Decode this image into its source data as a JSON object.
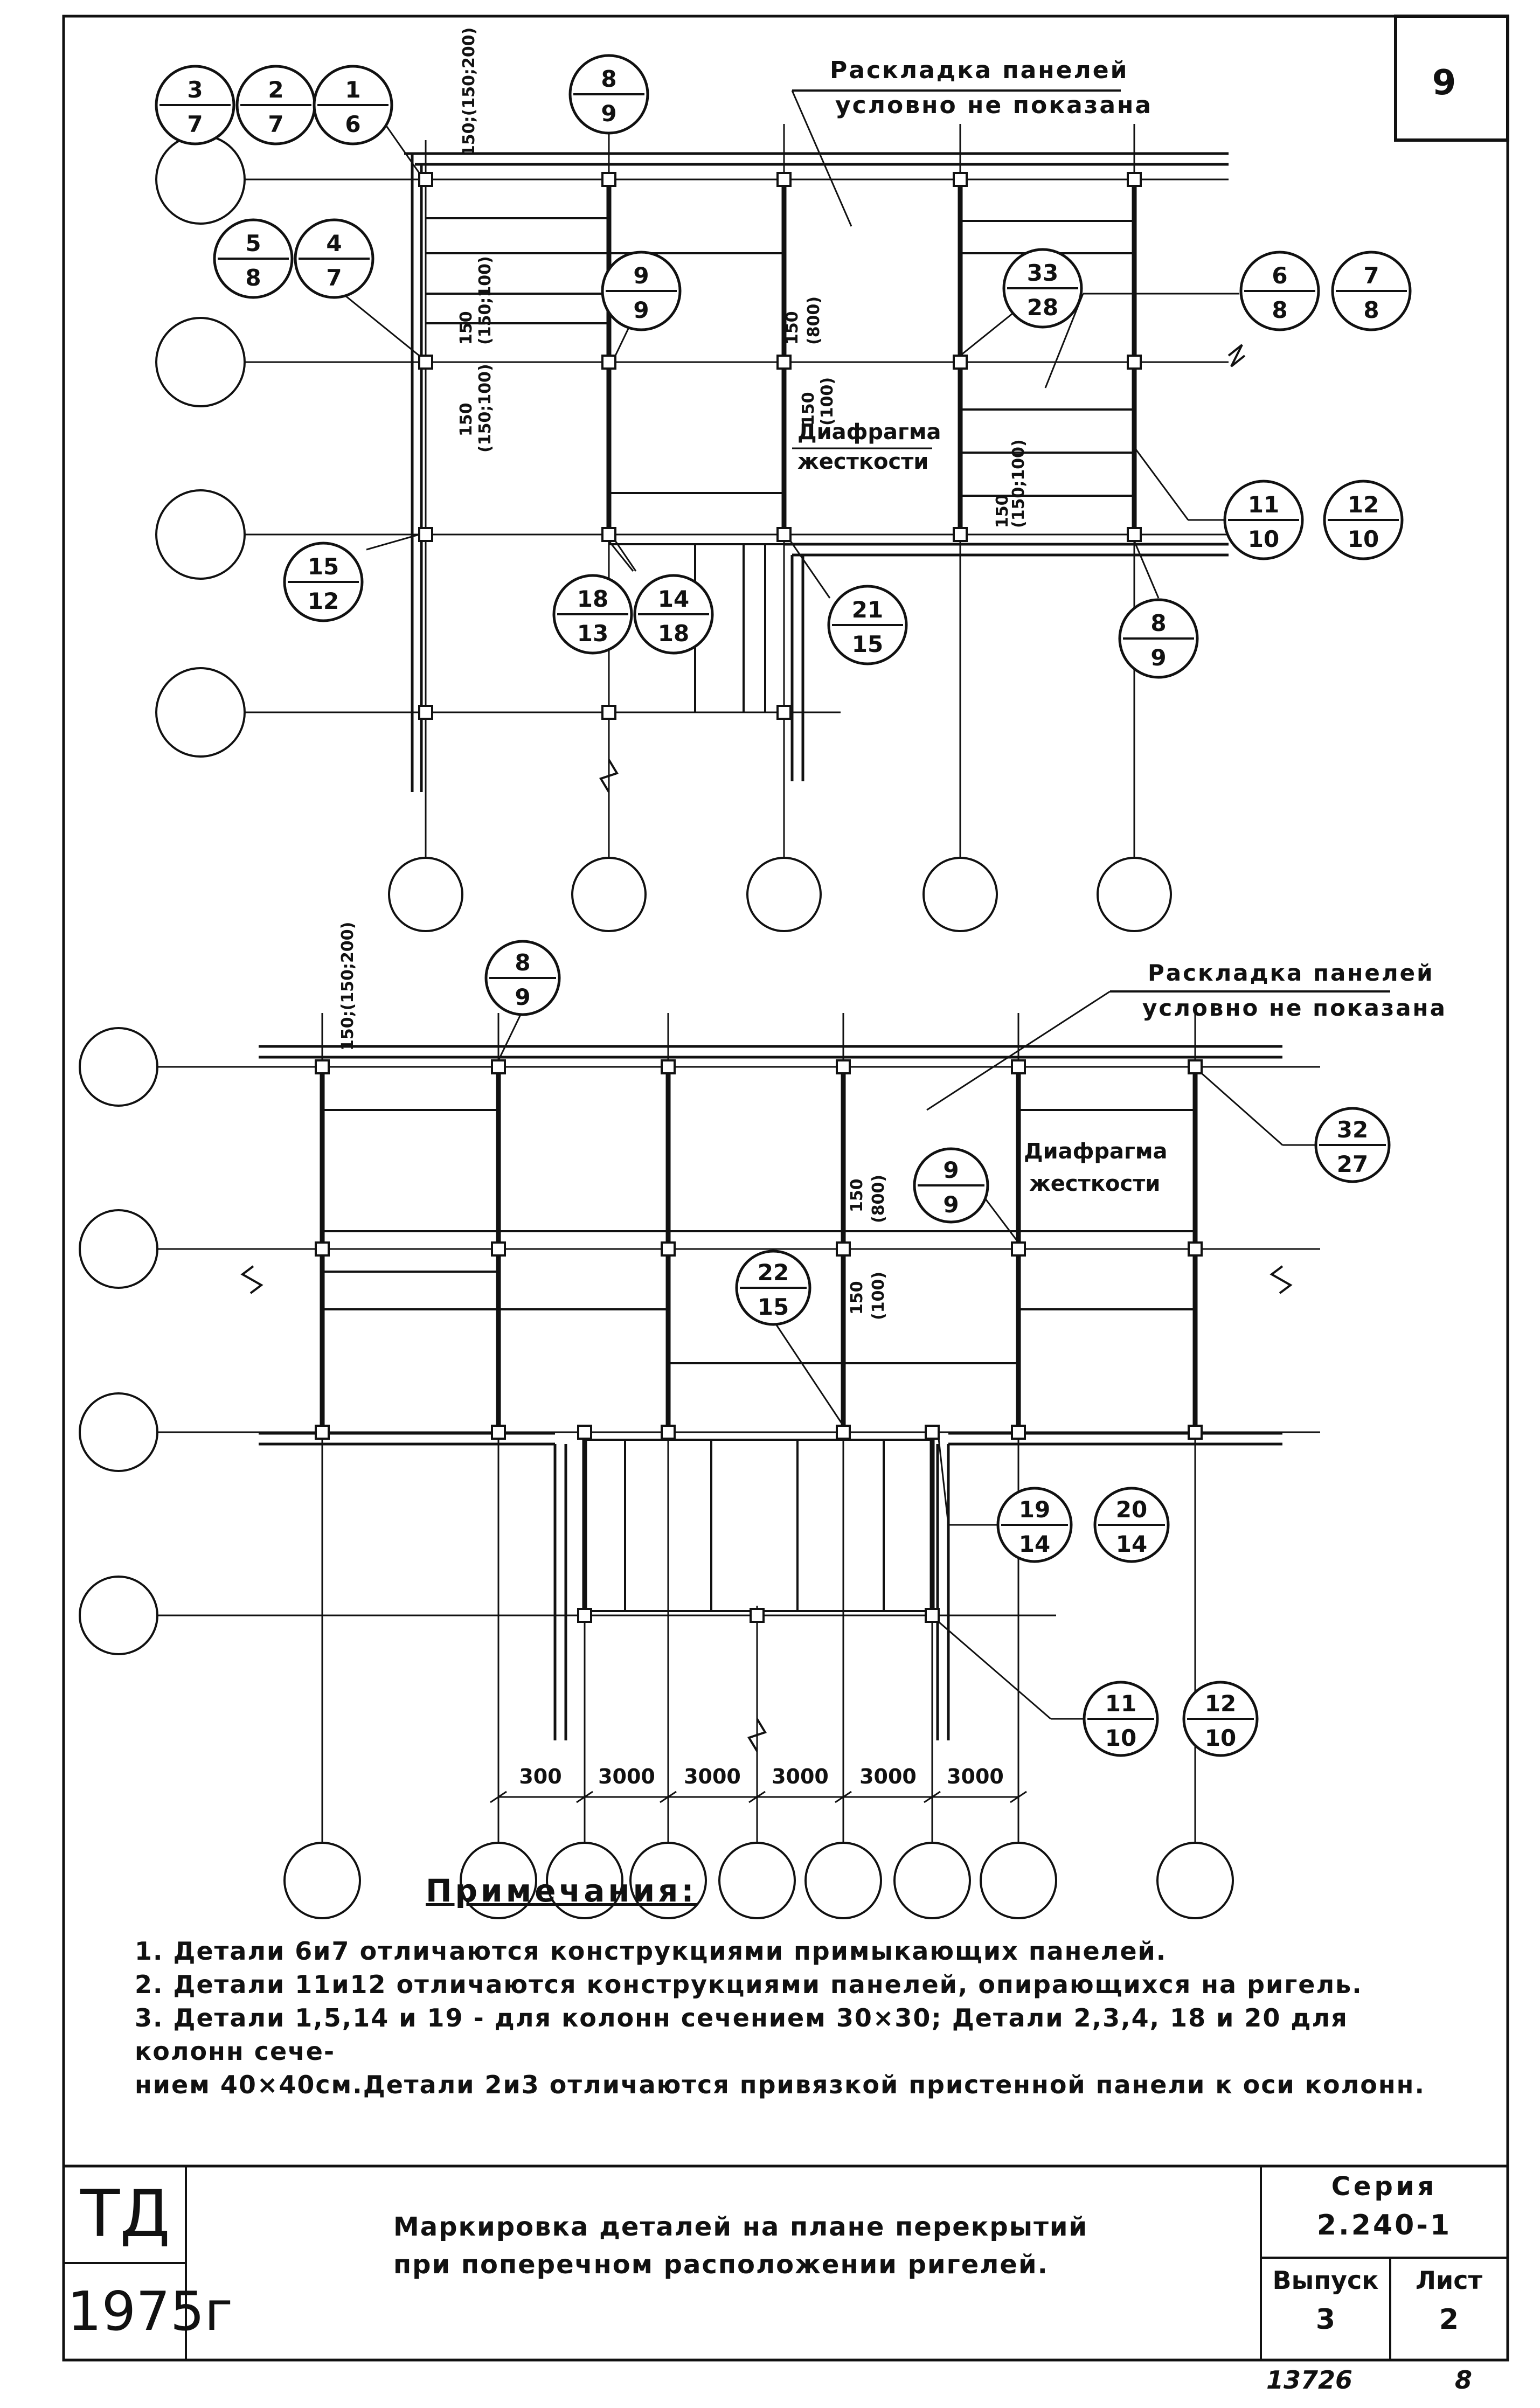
{
  "sheet_number": "9",
  "plan_top": {
    "note_layout": [
      "Раскладка панелей",
      "условно не показана"
    ],
    "diaphragm_label": [
      "Диафрагма",
      "жесткости"
    ],
    "dim_labels": [
      "150;(150;200)",
      "150",
      "(150;100)",
      "150",
      "(150;100)",
      "150",
      "(800)",
      "150",
      "(100)",
      "150",
      "(150;100)"
    ],
    "callouts": [
      {
        "top": "3",
        "bottom": "7"
      },
      {
        "top": "2",
        "bottom": "7"
      },
      {
        "top": "1",
        "bottom": "6"
      },
      {
        "top": "8",
        "bottom": "9"
      },
      {
        "top": "5",
        "bottom": "8"
      },
      {
        "top": "4",
        "bottom": "7"
      },
      {
        "top": "9",
        "bottom": "9"
      },
      {
        "top": "33",
        "bottom": "28"
      },
      {
        "top": "6",
        "bottom": "8"
      },
      {
        "top": "7",
        "bottom": "8"
      },
      {
        "top": "11",
        "bottom": "10"
      },
      {
        "top": "12",
        "bottom": "10"
      },
      {
        "top": "15",
        "bottom": "12"
      },
      {
        "top": "18",
        "bottom": "13"
      },
      {
        "top": "14",
        "bottom": "18"
      },
      {
        "top": "21",
        "bottom": "15"
      },
      {
        "top": "8",
        "bottom": "9"
      }
    ]
  },
  "plan_bottom": {
    "note_layout": [
      "Раскладка панелей",
      "условно не показана"
    ],
    "diaphragm_label": [
      "Диафрагма",
      "жесткости"
    ],
    "dim_labels": [
      "150;(150;200)",
      "150",
      "(800)",
      "150",
      "(100)"
    ],
    "callouts": [
      {
        "top": "8",
        "bottom": "9"
      },
      {
        "top": "9",
        "bottom": "9"
      },
      {
        "top": "32",
        "bottom": "27"
      },
      {
        "top": "22",
        "bottom": "15"
      },
      {
        "top": "19",
        "bottom": "14"
      },
      {
        "top": "20",
        "bottom": "14"
      },
      {
        "top": "11",
        "bottom": "10"
      },
      {
        "top": "12",
        "bottom": "10"
      }
    ],
    "spacing_dims": [
      "300",
      "3000",
      "3000",
      "3000",
      "3000",
      "3000"
    ]
  },
  "notes": {
    "title": "Примечания:",
    "items": [
      "1. Детали 6и7 отличаются конструкциями примыкающих панелей.",
      "2. Детали 11и12 отличаются конструкциями панелей, опирающихся на ригель.",
      "3. Детали 1,5,14 и 19 - для колонн сечением 30×30; Детали 2,3,4, 18 и 20 для колонн сече-",
      "    нием 40×40см.Детали 2и3 отличаются привязкой пристенной панели к оси колонн."
    ]
  },
  "title_block": {
    "org": "ТД",
    "year": "1975г",
    "title_line1": "Маркировка деталей на плане перекрытий",
    "title_line2": "при поперечном расположении ригелей.",
    "series_label": "Серия",
    "series_value": "2.240-1",
    "issue_label": "Выпуск",
    "issue_value": "3",
    "sheet_label": "Лист",
    "sheet_value": "2",
    "archive_number": "13726",
    "page_mark": "8"
  }
}
